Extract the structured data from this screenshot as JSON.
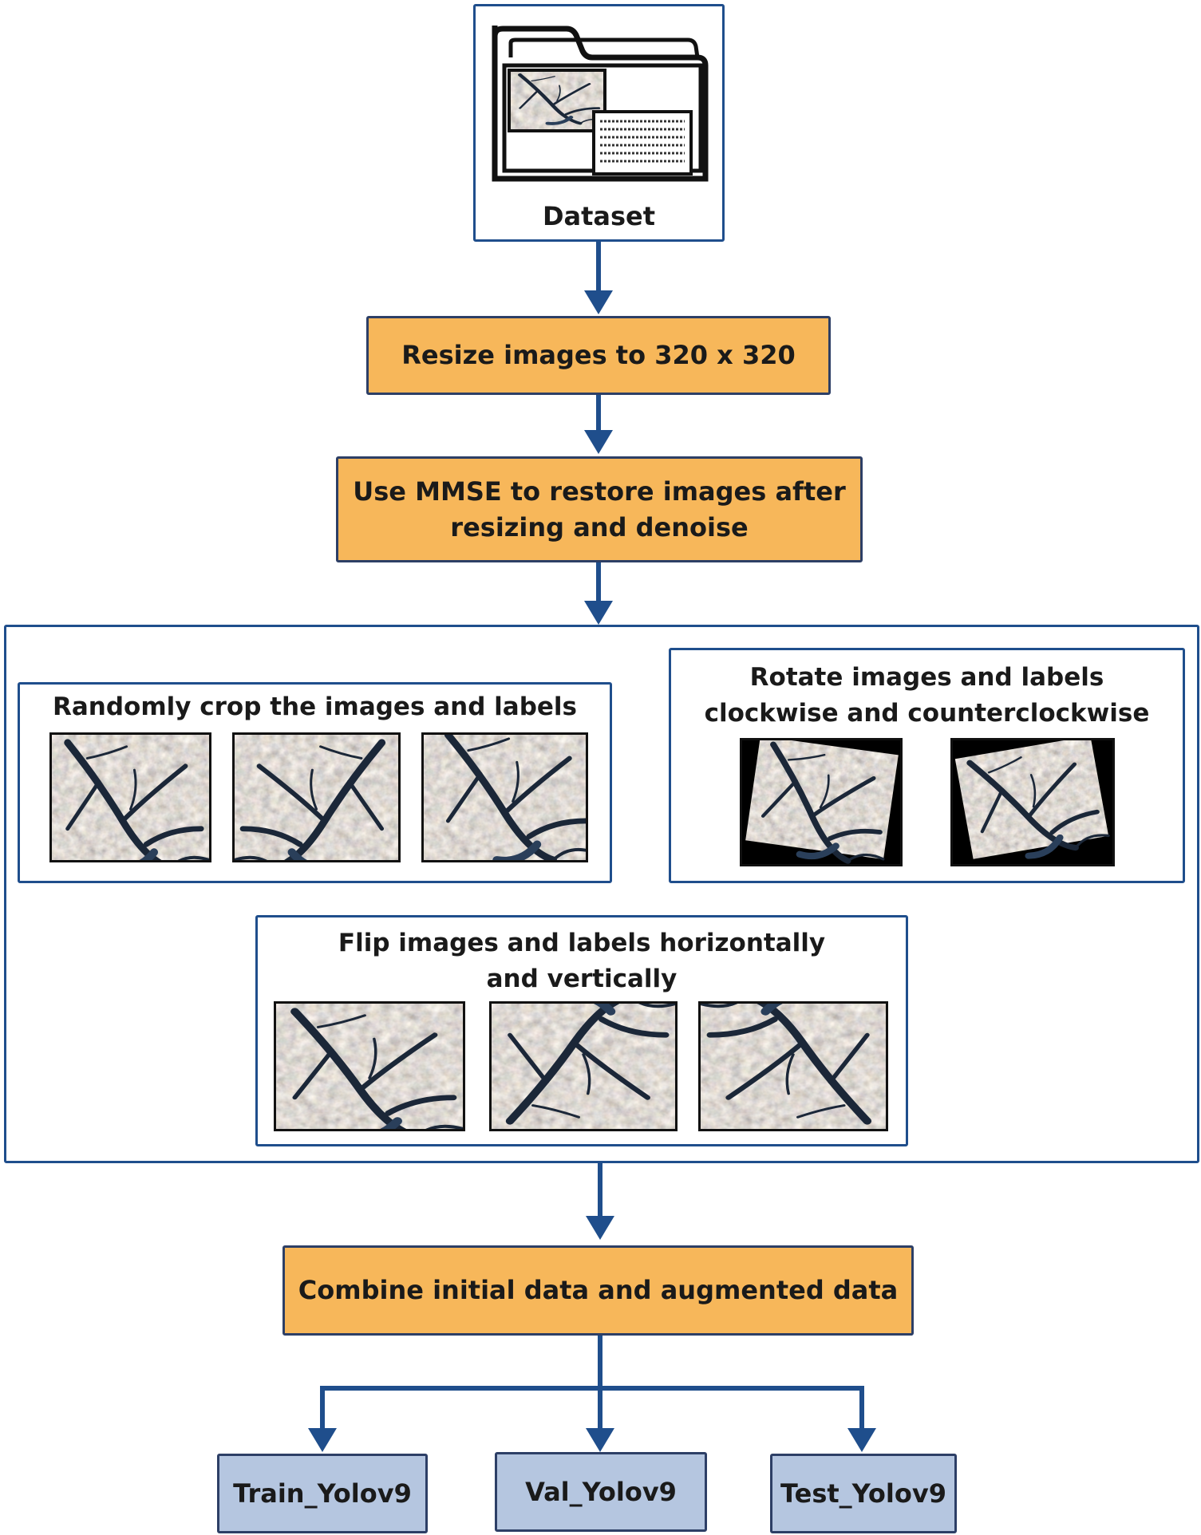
{
  "dataset": {
    "label": "Dataset",
    "icon": "folder-dataset-icon"
  },
  "steps": {
    "resize": "Resize images to 320 x 320",
    "mmse_line1": "Use MMSE to restore images after",
    "mmse_line2": "resizing and denoise",
    "combine": "Combine initial data and augmented data"
  },
  "augmentation": {
    "crop": {
      "title": "Randomly crop the images and labels",
      "image_count": 3
    },
    "rotate": {
      "title_line1": "Rotate images and labels",
      "title_line2": "clockwise and counterclockwise",
      "image_count": 2
    },
    "flip": {
      "title_line1": "Flip images and labels horizontally",
      "title_line2": "and vertically",
      "image_count": 3
    }
  },
  "outputs": {
    "train": "Train_Yolov9",
    "val": "Val_Yolov9",
    "test": "Test_Yolov9"
  },
  "colors": {
    "connector": "#1f4e8c",
    "process_fill": "#f7b75a",
    "output_fill": "#b5c6e0",
    "outline": "#1f4e8c"
  }
}
